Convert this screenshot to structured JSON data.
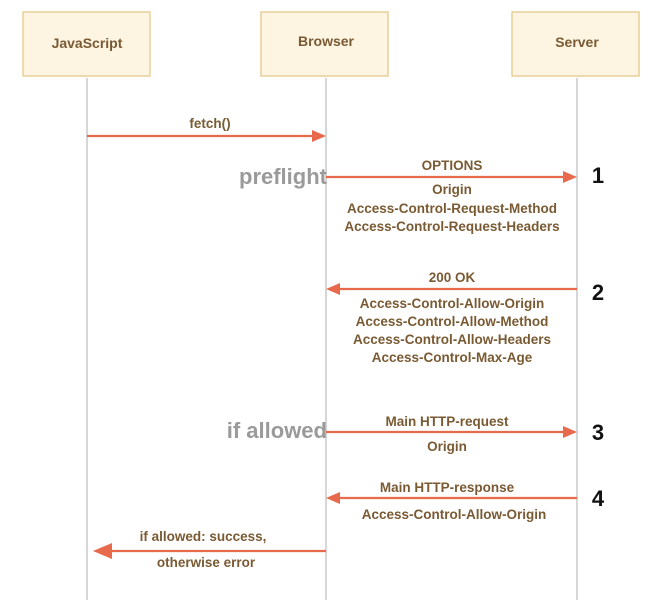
{
  "actors": [
    "JavaScript",
    "Browser",
    "Server"
  ],
  "call": {
    "label": "fetch()"
  },
  "preflight": {
    "side_label": "preflight",
    "request": {
      "step": "1",
      "label": "OPTIONS",
      "headers": [
        "Origin",
        "Access-Control-Request-Method",
        "Access-Control-Request-Headers"
      ]
    },
    "response": {
      "step": "2",
      "label": "200 OK",
      "headers": [
        "Access-Control-Allow-Origin",
        "Access-Control-Allow-Method",
        "Access-Control-Allow-Headers",
        "Access-Control-Max-Age"
      ]
    }
  },
  "main": {
    "side_label": "if allowed",
    "request": {
      "step": "3",
      "label": "Main HTTP-request",
      "headers": [
        "Origin"
      ]
    },
    "response": {
      "step": "4",
      "label": "Main HTTP-response",
      "headers": [
        "Access-Control-Allow-Origin"
      ]
    }
  },
  "result": {
    "lines": [
      "if allowed: success,",
      "otherwise error"
    ]
  },
  "colors": {
    "arrow": "#e86a4c",
    "actor_fill": "#fdf4e1",
    "actor_border": "#e8cf9b",
    "text": "#7a5a33",
    "side_label": "#9a9a9a"
  }
}
